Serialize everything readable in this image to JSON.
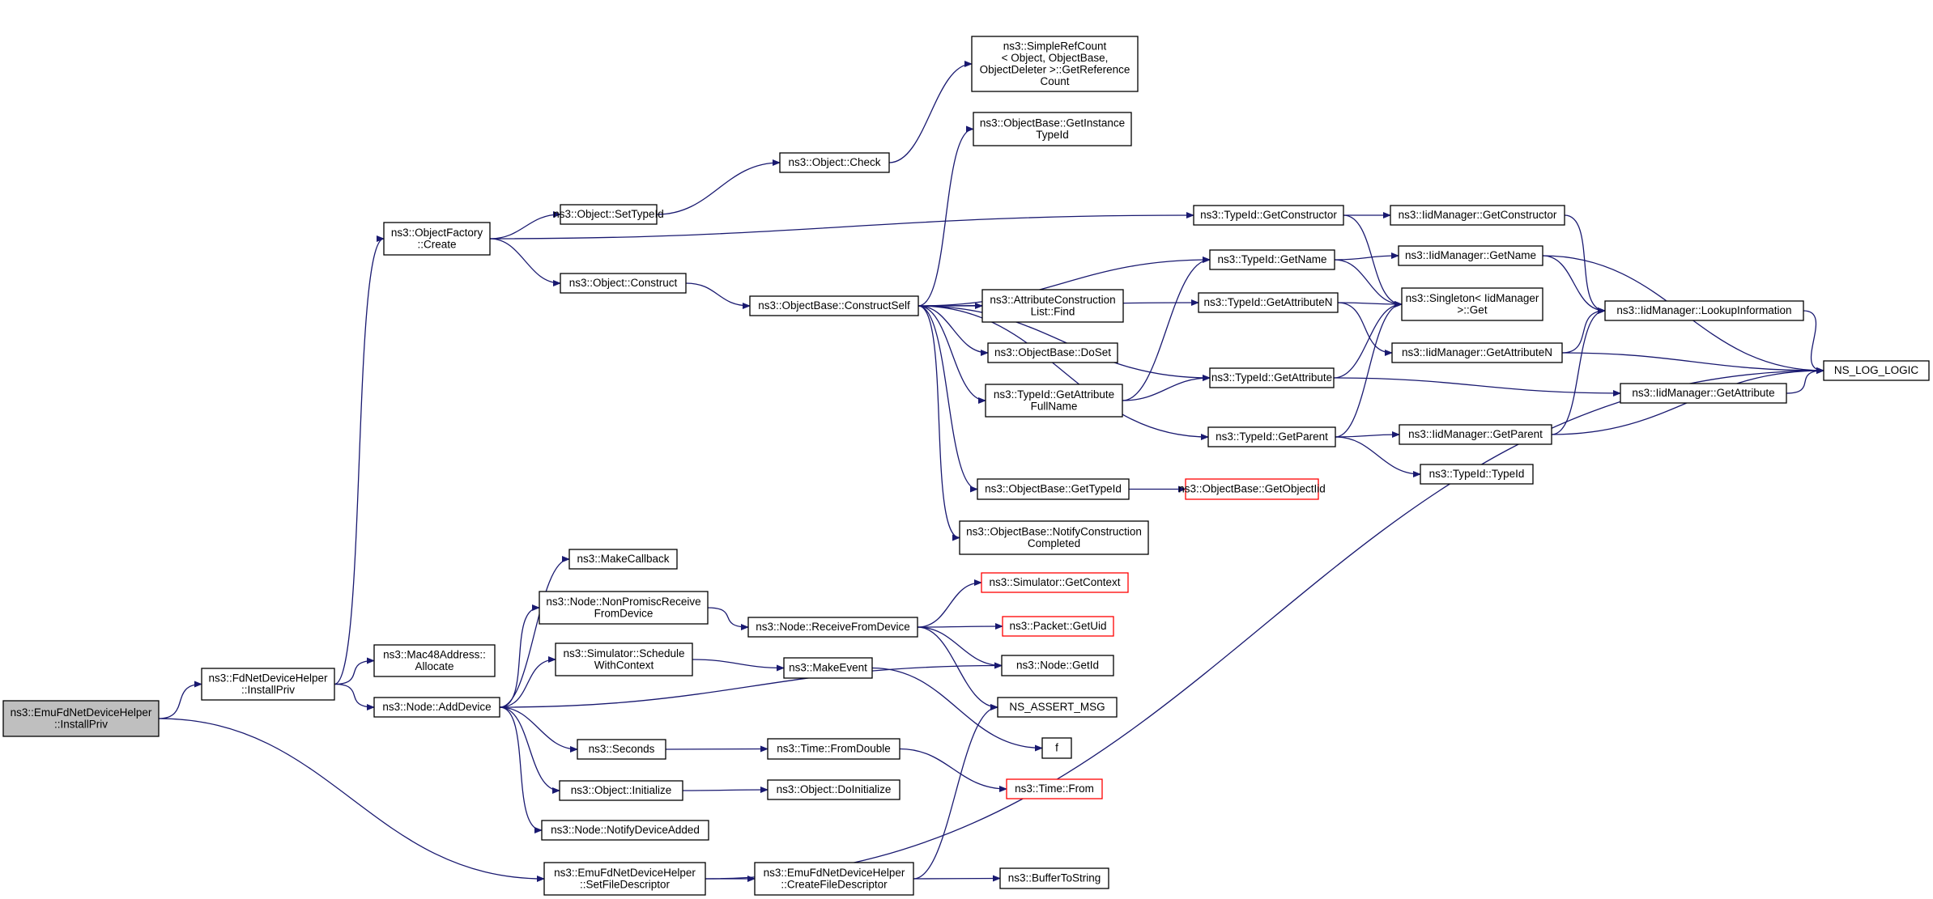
{
  "graph": {
    "nodes": [
      {
        "id": "n0",
        "lines": [
          "ns3::EmuFdNetDeviceHelper",
          "::InstallPriv"
        ],
        "style": "root"
      },
      {
        "id": "n1",
        "lines": [
          "ns3::FdNetDeviceHelper",
          "::InstallPriv"
        ]
      },
      {
        "id": "n2",
        "lines": [
          "ns3::ObjectFactory",
          "::Create"
        ]
      },
      {
        "id": "n3",
        "lines": [
          "ns3::Object::SetTypeId"
        ]
      },
      {
        "id": "n4",
        "lines": [
          "ns3::Object::Check"
        ]
      },
      {
        "id": "n5",
        "lines": [
          "ns3::SimpleRefCount",
          "< Object, ObjectBase,",
          "ObjectDeleter >::GetReference",
          "Count"
        ]
      },
      {
        "id": "n6",
        "lines": [
          "ns3::Object::Construct"
        ]
      },
      {
        "id": "n7",
        "lines": [
          "ns3::ObjectBase::ConstructSelf"
        ]
      },
      {
        "id": "n8",
        "lines": [
          "ns3::ObjectBase::GetInstance",
          "TypeId"
        ]
      },
      {
        "id": "n9",
        "lines": [
          "ns3::AttributeConstruction",
          "List::Find"
        ]
      },
      {
        "id": "n10",
        "lines": [
          "ns3::ObjectBase::DoSet"
        ]
      },
      {
        "id": "n11",
        "lines": [
          "ns3::TypeId::GetAttribute",
          "FullName"
        ]
      },
      {
        "id": "n12",
        "lines": [
          "ns3::ObjectBase::GetTypeId"
        ]
      },
      {
        "id": "n13",
        "lines": [
          "ns3::ObjectBase::NotifyConstruction",
          "Completed"
        ]
      },
      {
        "id": "n14",
        "lines": [
          "ns3::TypeId::GetConstructor"
        ]
      },
      {
        "id": "n15",
        "lines": [
          "ns3::TypeId::GetName"
        ]
      },
      {
        "id": "n16",
        "lines": [
          "ns3::TypeId::GetAttributeN"
        ]
      },
      {
        "id": "n17",
        "lines": [
          "ns3::TypeId::GetAttribute"
        ]
      },
      {
        "id": "n18",
        "lines": [
          "ns3::TypeId::GetParent"
        ]
      },
      {
        "id": "n19",
        "lines": [
          "ns3::ObjectBase::GetObjectIid"
        ],
        "style": "red"
      },
      {
        "id": "n20",
        "lines": [
          "ns3::IidManager::GetConstructor"
        ]
      },
      {
        "id": "n21",
        "lines": [
          "ns3::IidManager::GetName"
        ]
      },
      {
        "id": "n22",
        "lines": [
          "ns3::Singleton< IidManager",
          ">::Get"
        ]
      },
      {
        "id": "n23",
        "lines": [
          "ns3::IidManager::LookupInformation"
        ]
      },
      {
        "id": "n24",
        "lines": [
          "ns3::IidManager::GetAttributeN"
        ]
      },
      {
        "id": "n25",
        "lines": [
          "ns3::IidManager::GetAttribute"
        ]
      },
      {
        "id": "n26",
        "lines": [
          "ns3::IidManager::GetParent"
        ]
      },
      {
        "id": "n27",
        "lines": [
          "ns3::TypeId::TypeId"
        ]
      },
      {
        "id": "n28",
        "lines": [
          "NS_LOG_LOGIC"
        ]
      },
      {
        "id": "n29",
        "lines": [
          "ns3::Mac48Address::",
          "Allocate"
        ]
      },
      {
        "id": "n30",
        "lines": [
          "ns3::Node::AddDevice"
        ]
      },
      {
        "id": "n31",
        "lines": [
          "ns3::MakeCallback"
        ]
      },
      {
        "id": "n32",
        "lines": [
          "ns3::Node::NonPromiscReceive",
          "FromDevice"
        ]
      },
      {
        "id": "n33",
        "lines": [
          "ns3::Simulator::Schedule",
          "WithContext"
        ]
      },
      {
        "id": "n34",
        "lines": [
          "ns3::Seconds"
        ]
      },
      {
        "id": "n35",
        "lines": [
          "ns3::Object::Initialize"
        ]
      },
      {
        "id": "n36",
        "lines": [
          "ns3::Node::NotifyDeviceAdded"
        ]
      },
      {
        "id": "n37",
        "lines": [
          "ns3::Node::ReceiveFromDevice"
        ]
      },
      {
        "id": "n38",
        "lines": [
          "ns3::MakeEvent"
        ]
      },
      {
        "id": "n39",
        "lines": [
          "ns3::Time::FromDouble"
        ]
      },
      {
        "id": "n40",
        "lines": [
          "ns3::Object::DoInitialize"
        ]
      },
      {
        "id": "n41",
        "lines": [
          "ns3::Simulator::GetContext"
        ],
        "style": "red"
      },
      {
        "id": "n42",
        "lines": [
          "ns3::Packet::GetUid"
        ],
        "style": "red"
      },
      {
        "id": "n43",
        "lines": [
          "ns3::Node::GetId"
        ]
      },
      {
        "id": "n44",
        "lines": [
          "NS_ASSERT_MSG"
        ]
      },
      {
        "id": "n45",
        "lines": [
          "f"
        ]
      },
      {
        "id": "n46",
        "lines": [
          "ns3::Time::From"
        ],
        "style": "red"
      },
      {
        "id": "n47",
        "lines": [
          "ns3::EmuFdNetDeviceHelper",
          "::SetFileDescriptor"
        ]
      },
      {
        "id": "n48",
        "lines": [
          "ns3::EmuFdNetDeviceHelper",
          "::CreateFileDescriptor"
        ]
      },
      {
        "id": "n49",
        "lines": [
          "ns3::BufferToString"
        ]
      }
    ],
    "edges": [
      [
        "n0",
        "n1"
      ],
      [
        "n0",
        "n47"
      ],
      [
        "n1",
        "n2"
      ],
      [
        "n1",
        "n29"
      ],
      [
        "n1",
        "n30"
      ],
      [
        "n2",
        "n3"
      ],
      [
        "n2",
        "n6"
      ],
      [
        "n2",
        "n14"
      ],
      [
        "n3",
        "n4"
      ],
      [
        "n4",
        "n5"
      ],
      [
        "n6",
        "n7"
      ],
      [
        "n7",
        "n8"
      ],
      [
        "n7",
        "n9"
      ],
      [
        "n7",
        "n10"
      ],
      [
        "n7",
        "n11"
      ],
      [
        "n7",
        "n12"
      ],
      [
        "n7",
        "n13"
      ],
      [
        "n7",
        "n15"
      ],
      [
        "n7",
        "n16"
      ],
      [
        "n7",
        "n17"
      ],
      [
        "n7",
        "n18"
      ],
      [
        "n11",
        "n15"
      ],
      [
        "n11",
        "n17"
      ],
      [
        "n12",
        "n19"
      ],
      [
        "n14",
        "n20"
      ],
      [
        "n14",
        "n22"
      ],
      [
        "n15",
        "n21"
      ],
      [
        "n15",
        "n22"
      ],
      [
        "n16",
        "n22"
      ],
      [
        "n16",
        "n24"
      ],
      [
        "n17",
        "n22"
      ],
      [
        "n17",
        "n25"
      ],
      [
        "n18",
        "n22"
      ],
      [
        "n18",
        "n26"
      ],
      [
        "n18",
        "n27"
      ],
      [
        "n20",
        "n23"
      ],
      [
        "n21",
        "n23"
      ],
      [
        "n21",
        "n28"
      ],
      [
        "n24",
        "n23"
      ],
      [
        "n24",
        "n28"
      ],
      [
        "n25",
        "n28"
      ],
      [
        "n26",
        "n23"
      ],
      [
        "n26",
        "n28"
      ],
      [
        "n23",
        "n28"
      ],
      [
        "n30",
        "n31"
      ],
      [
        "n30",
        "n32"
      ],
      [
        "n30",
        "n33"
      ],
      [
        "n30",
        "n43"
      ],
      [
        "n30",
        "n34"
      ],
      [
        "n30",
        "n35"
      ],
      [
        "n30",
        "n36"
      ],
      [
        "n32",
        "n37"
      ],
      [
        "n37",
        "n41"
      ],
      [
        "n37",
        "n42"
      ],
      [
        "n37",
        "n43"
      ],
      [
        "n37",
        "n44"
      ],
      [
        "n33",
        "n38"
      ],
      [
        "n38",
        "n45"
      ],
      [
        "n34",
        "n39"
      ],
      [
        "n39",
        "n46"
      ],
      [
        "n35",
        "n40"
      ],
      [
        "n47",
        "n48"
      ],
      [
        "n47",
        "n28"
      ],
      [
        "n48",
        "n49"
      ],
      [
        "n48",
        "n44"
      ]
    ]
  }
}
